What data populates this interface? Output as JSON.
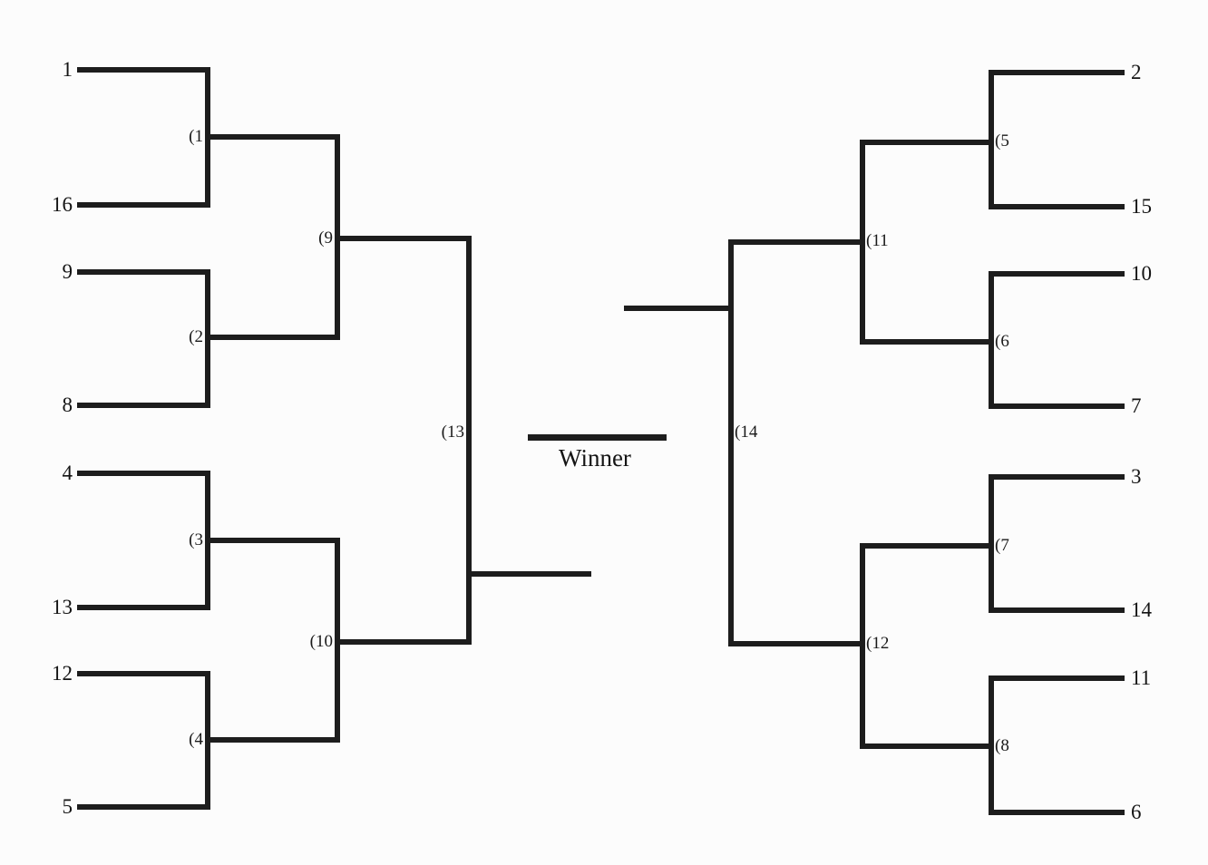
{
  "bracket": {
    "type": "single-elimination-16-team",
    "winner_label": "Winner",
    "left_seeds": [
      "1",
      "16",
      "9",
      "8",
      "4",
      "13",
      "12",
      "5"
    ],
    "right_seeds": [
      "2",
      "15",
      "10",
      "7",
      "3",
      "14",
      "11",
      "6"
    ],
    "match_labels": [
      "(1",
      "(2",
      "(3",
      "(4",
      "(5",
      "(6",
      "(7",
      "(8",
      "(9",
      "(10",
      "(11",
      "(12",
      "(13",
      "(14"
    ],
    "matches": [
      {
        "label": "(1",
        "round": 1,
        "side": "left",
        "teams": [
          "1",
          "16"
        ]
      },
      {
        "label": "(2",
        "round": 1,
        "side": "left",
        "teams": [
          "9",
          "8"
        ]
      },
      {
        "label": "(3",
        "round": 1,
        "side": "left",
        "teams": [
          "4",
          "13"
        ]
      },
      {
        "label": "(4",
        "round": 1,
        "side": "left",
        "teams": [
          "12",
          "5"
        ]
      },
      {
        "label": "(5",
        "round": 1,
        "side": "right",
        "teams": [
          "2",
          "15"
        ]
      },
      {
        "label": "(6",
        "round": 1,
        "side": "right",
        "teams": [
          "10",
          "7"
        ]
      },
      {
        "label": "(7",
        "round": 1,
        "side": "right",
        "teams": [
          "3",
          "14"
        ]
      },
      {
        "label": "(8",
        "round": 1,
        "side": "right",
        "teams": [
          "11",
          "6"
        ]
      },
      {
        "label": "(9",
        "round": 2,
        "side": "left",
        "feeds": [
          "(1",
          "(2"
        ]
      },
      {
        "label": "(10",
        "round": 2,
        "side": "left",
        "feeds": [
          "(3",
          "(4"
        ]
      },
      {
        "label": "(11",
        "round": 2,
        "side": "right",
        "feeds": [
          "(5",
          "(6"
        ]
      },
      {
        "label": "(12",
        "round": 2,
        "side": "right",
        "feeds": [
          "(7",
          "(8"
        ]
      },
      {
        "label": "(13",
        "round": 3,
        "side": "left",
        "feeds": [
          "(9",
          "(10"
        ]
      },
      {
        "label": "(14",
        "round": 3,
        "side": "right",
        "feeds": [
          "(11",
          "(12"
        ]
      }
    ]
  }
}
